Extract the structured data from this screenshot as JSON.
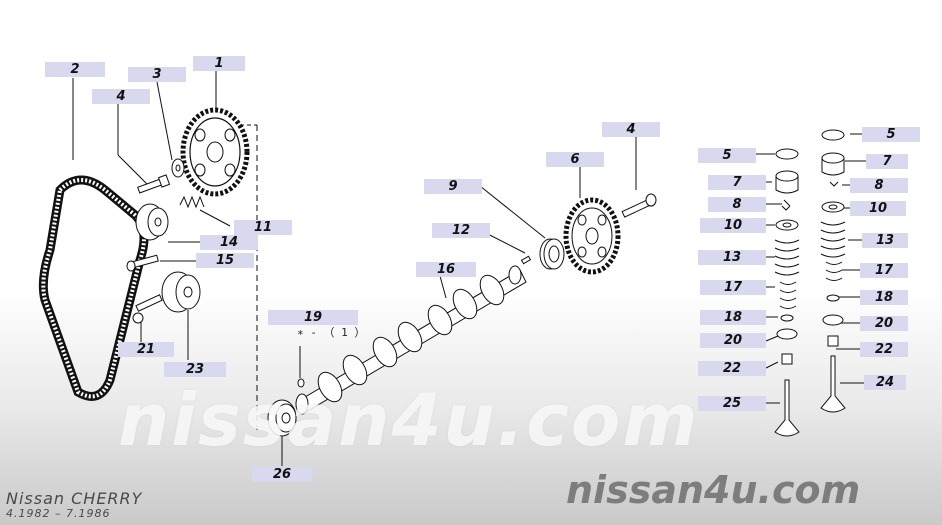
{
  "diagram": {
    "callouts": [
      {
        "id": "c-2",
        "label": "2"
      },
      {
        "id": "c-3",
        "label": "3"
      },
      {
        "id": "c-1",
        "label": "1"
      },
      {
        "id": "c-4a",
        "label": "4"
      },
      {
        "id": "c-11",
        "label": "11"
      },
      {
        "id": "c-14",
        "label": "14"
      },
      {
        "id": "c-15",
        "label": "15"
      },
      {
        "id": "c-21",
        "label": "21"
      },
      {
        "id": "c-23",
        "label": "23"
      },
      {
        "id": "c-19",
        "label": "19"
      },
      {
        "id": "c-26",
        "label": "26"
      },
      {
        "id": "c-9",
        "label": "9"
      },
      {
        "id": "c-12",
        "label": "12"
      },
      {
        "id": "c-16",
        "label": "16"
      },
      {
        "id": "c-4b",
        "label": "4"
      },
      {
        "id": "c-6",
        "label": "6"
      },
      {
        "id": "c-5l",
        "label": "5"
      },
      {
        "id": "c-7l",
        "label": "7"
      },
      {
        "id": "c-8l",
        "label": "8"
      },
      {
        "id": "c-10l",
        "label": "10"
      },
      {
        "id": "c-13l",
        "label": "13"
      },
      {
        "id": "c-17l",
        "label": "17"
      },
      {
        "id": "c-18l",
        "label": "18"
      },
      {
        "id": "c-20l",
        "label": "20"
      },
      {
        "id": "c-22l",
        "label": "22"
      },
      {
        "id": "c-25",
        "label": "25"
      },
      {
        "id": "c-5r",
        "label": "5"
      },
      {
        "id": "c-7r",
        "label": "7"
      },
      {
        "id": "c-8r",
        "label": "8"
      },
      {
        "id": "c-10r",
        "label": "10"
      },
      {
        "id": "c-13r",
        "label": "13"
      },
      {
        "id": "c-17r",
        "label": "17"
      },
      {
        "id": "c-18r",
        "label": "18"
      },
      {
        "id": "c-20r",
        "label": "20"
      },
      {
        "id": "c-22r",
        "label": "22"
      },
      {
        "id": "c-24",
        "label": "24"
      }
    ],
    "quantity_note": "∗ - （ 1 ）"
  },
  "watermark": {
    "center": "nissan4u.com",
    "corner": "nissan4u.com"
  },
  "caption": {
    "model": "Nissan CHERRY",
    "dates": "4.1982 – 7.1986"
  }
}
